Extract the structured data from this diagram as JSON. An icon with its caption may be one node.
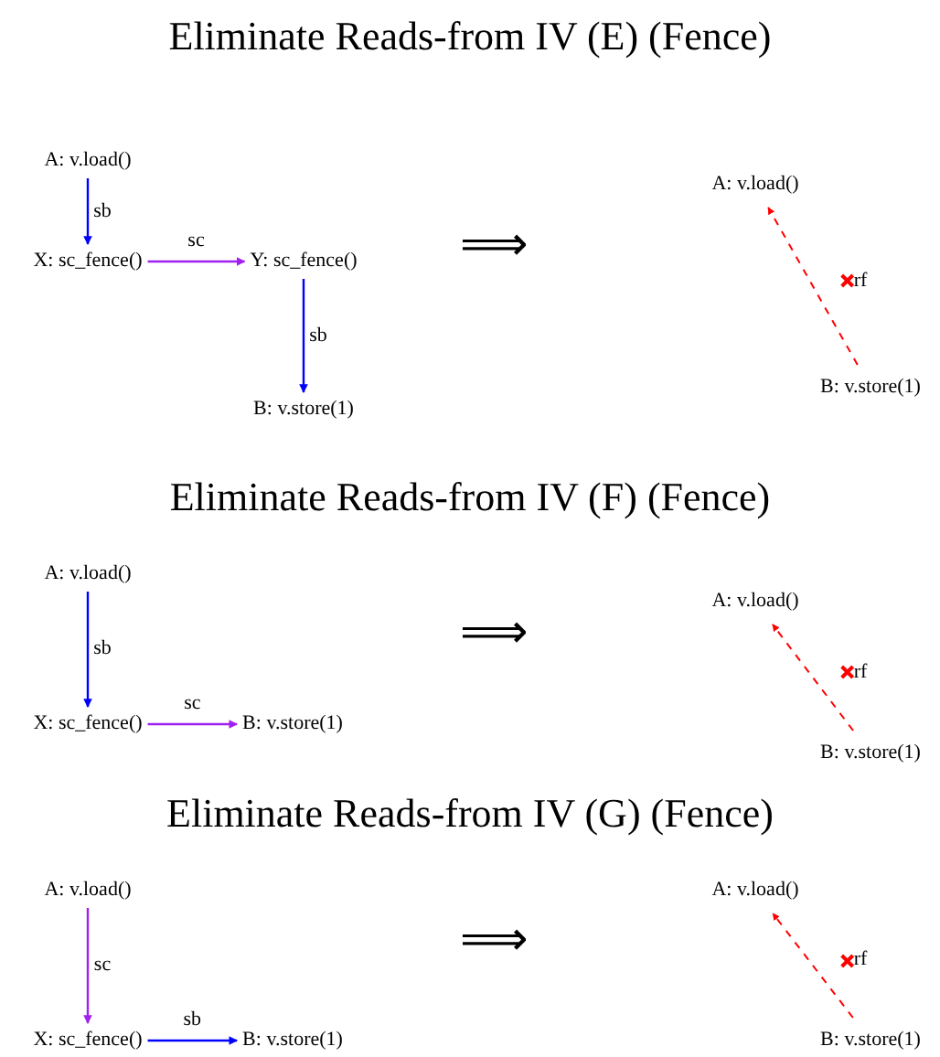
{
  "diagram": {
    "nodes": [
      {
        "text": [
          "A: v.load()"
        ]
      },
      {
        "text": [
          "X: sc_fence()"
        ]
      },
      {
        "text": [
          "Y: sc_fence()"
        ]
      },
      {
        "text": [
          "B: v.store(1)"
        ]
      },
      {
        "text": [
          "A: v.load()"
        ]
      },
      {
        "text": [
          "B: v.store(1)"
        ]
      },
      {
        "text": [
          "A: v.load()"
        ]
      },
      {
        "text": [
          "X: sc_fence()"
        ]
      },
      {
        "text": [
          "B: v.store(1)"
        ]
      },
      {
        "text": [
          "A: v.load()"
        ]
      },
      {
        "text": [
          "B: v.store(1)"
        ]
      },
      {
        "text": [
          "A: v.load()"
        ]
      },
      {
        "text": [
          "X: sc_fence()"
        ]
      },
      {
        "text": [
          "B: v.store(1)"
        ]
      },
      {
        "text": [
          "A: v.load()"
        ]
      },
      {
        "text": [
          "B: v.store(1)"
        ]
      }
    ],
    "edges": [
      {
        "from": 0,
        "to": 1,
        "arrow": "to",
        "label": "sb",
        "color": "#0000ff"
      },
      {
        "from": 1,
        "to": 2,
        "arrow": "to",
        "label": "sc",
        "color": "#a020f0"
      },
      {
        "from": 2,
        "to": 3,
        "arrow": "to",
        "label": "sb",
        "color": "#0000ff"
      },
      {
        "from": 5,
        "to": 4,
        "arrow": "to",
        "label": "rf",
        "style": "dashed",
        "color": "#ff0000"
      },
      {
        "from": 6,
        "to": 7,
        "arrow": "to",
        "label": "sb",
        "color": "#0000ff"
      },
      {
        "from": 7,
        "to": 8,
        "arrow": "to",
        "label": "sc",
        "color": "#a020f0"
      },
      {
        "from": 10,
        "to": 9,
        "arrow": "to",
        "label": "rf",
        "style": "dashed",
        "color": "#ff0000"
      },
      {
        "from": 11,
        "to": 12,
        "arrow": "to",
        "label": "sc",
        "color": "#a020f0"
      },
      {
        "from": 12,
        "to": 13,
        "arrow": "to",
        "label": "sb",
        "color": "#0000ff"
      },
      {
        "from": 15,
        "to": 14,
        "arrow": "to",
        "label": "rf",
        "style": "dashed",
        "color": "#ff0000"
      }
    ],
    "labels": [
      "Eliminate Reads-from IV (E) (Fence)",
      "⟹",
      "Eliminate Reads-from IV (F) (Fence)",
      "⟹",
      "Eliminate Reads-from IV (G) (Fence)",
      "⟹"
    ]
  }
}
